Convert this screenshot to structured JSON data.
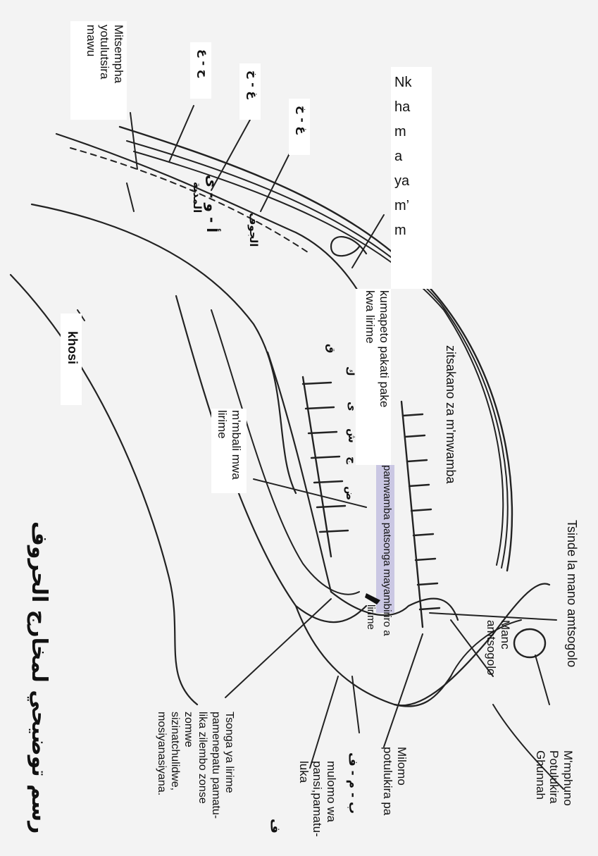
{
  "diagram": {
    "title_arabic": "رسم توضيحي لمخارج الحروف",
    "vertical_label": [
      "Nk",
      "ha",
      "m",
      "a",
      "ya",
      "m’",
      "m"
    ],
    "labels": {
      "tsinde": "Tsinde la mano amtsogolo",
      "zitsakano": "zitsakano za m'mwamba",
      "manc": [
        "Manc",
        "amtsogolo"
      ],
      "mlomo_top": [
        "M'mphuno",
        "Potulukira",
        "Ghunnah"
      ],
      "milomo": [
        "Milomo",
        "potulukira pa"
      ],
      "milomo_letters": "ب - م - ف",
      "mulomo_wa": [
        "mulomo wa",
        "pansi,pamatu-",
        "luka"
      ],
      "mulomo_letter": "ف",
      "tsonga": [
        "Tsonga ya lirime",
        "pamenepatu pamatu-",
        "lika zilembo zonse",
        "zomwe",
        "sizinatchulidwe,",
        "mosiyanasiyana."
      ],
      "mmbali": [
        "m'mbali mwa",
        "lirime"
      ],
      "kumapeto": [
        "kumapeto pakati pake",
        "kwa lirime"
      ],
      "pamwamba": "pamwamba patsonga mayambiriro a",
      "lirime_small": "lirime",
      "mitsempha": [
        "Mitsempha",
        "yotulutsira",
        "mawu"
      ],
      "khosi": "khosi"
    },
    "arabic_markers": {
      "throat_top": "ح - ع",
      "throat_mid": "غ - خ",
      "throat_low": "غ - خ",
      "madd": "أ - و - ى",
      "madd_word": "المدية",
      "jawf": "الجوف",
      "q1": "ق",
      "q2": "ك",
      "y": "ى",
      "sh": "ش",
      "j": "ج",
      "d": "ض"
    }
  }
}
